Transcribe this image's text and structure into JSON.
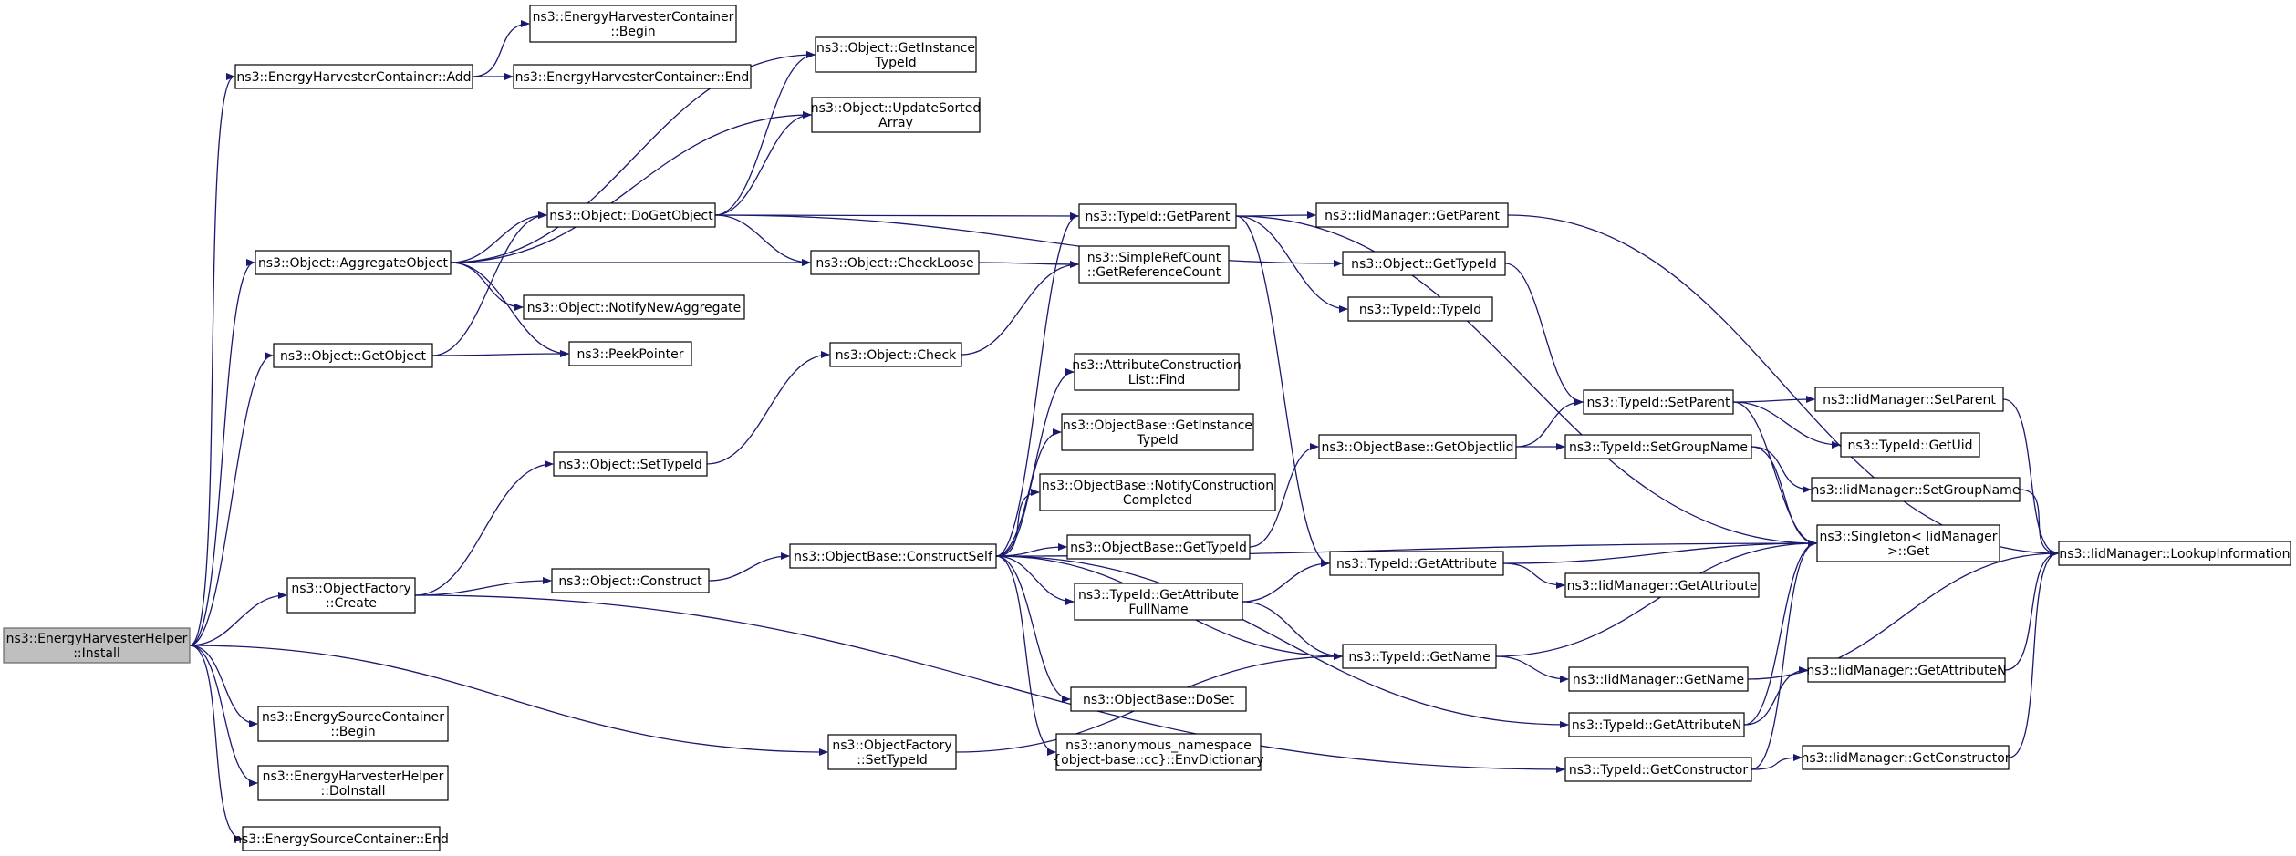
{
  "diagram": {
    "type": "call-graph",
    "colors": {
      "edge": "#191970",
      "root_fill": "#bfbfbf",
      "node_fill": "#ffffff",
      "node_border": "#000000"
    },
    "nodes": [
      {
        "id": "install",
        "label": [
          "ns3::EnergyHarvesterHelper",
          "::Install"
        ],
        "root": true
      },
      {
        "id": "ehc_add",
        "label": [
          "ns3::EnergyHarvesterContainer::Add"
        ]
      },
      {
        "id": "ehc_begin",
        "label": [
          "ns3::EnergyHarvesterContainer",
          "::Begin"
        ]
      },
      {
        "id": "ehc_end",
        "label": [
          "ns3::EnergyHarvesterContainer::End"
        ]
      },
      {
        "id": "obj_aggregate",
        "label": [
          "ns3::Object::AggregateObject"
        ]
      },
      {
        "id": "obj_getobject",
        "label": [
          "ns3::Object::GetObject"
        ]
      },
      {
        "id": "of_create",
        "label": [
          "ns3::ObjectFactory",
          "::Create"
        ]
      },
      {
        "id": "esc_begin",
        "label": [
          "ns3::EnergySourceContainer",
          "::Begin"
        ]
      },
      {
        "id": "ehh_doinstall",
        "label": [
          "ns3::EnergyHarvesterHelper",
          "::DoInstall"
        ]
      },
      {
        "id": "esc_end",
        "label": [
          "ns3::EnergySourceContainer::End"
        ]
      },
      {
        "id": "of_settypeid",
        "label": [
          "ns3::ObjectFactory",
          "::SetTypeId"
        ]
      },
      {
        "id": "obj_getinst",
        "label": [
          "ns3::Object::GetInstance",
          "TypeId"
        ]
      },
      {
        "id": "obj_updsorted",
        "label": [
          "ns3::Object::UpdateSorted",
          "Array"
        ]
      },
      {
        "id": "obj_dogetobject",
        "label": [
          "ns3::Object::DoGetObject"
        ]
      },
      {
        "id": "obj_checkloose",
        "label": [
          "ns3::Object::CheckLoose"
        ]
      },
      {
        "id": "obj_notifynew",
        "label": [
          "ns3::Object::NotifyNewAggregate"
        ]
      },
      {
        "id": "peekpointer",
        "label": [
          "ns3::PeekPointer"
        ]
      },
      {
        "id": "obj_check",
        "label": [
          "ns3::Object::Check"
        ]
      },
      {
        "id": "obj_settypeid",
        "label": [
          "ns3::Object::SetTypeId"
        ]
      },
      {
        "id": "obj_construct",
        "label": [
          "ns3::Object::Construct"
        ]
      },
      {
        "id": "ob_constructself",
        "label": [
          "ns3::ObjectBase::ConstructSelf"
        ]
      },
      {
        "id": "tid_getparent",
        "label": [
          "ns3::TypeId::GetParent"
        ]
      },
      {
        "id": "srefcount",
        "label": [
          "ns3::SimpleRefCount",
          "::GetReferenceCount"
        ]
      },
      {
        "id": "acl_find",
        "label": [
          "ns3::AttributeConstruction",
          "List::Find"
        ]
      },
      {
        "id": "ob_getinst",
        "label": [
          "ns3::ObjectBase::GetInstance",
          "TypeId"
        ]
      },
      {
        "id": "ob_notifycons",
        "label": [
          "ns3::ObjectBase::NotifyConstruction",
          "Completed"
        ]
      },
      {
        "id": "ob_gettypeid",
        "label": [
          "ns3::ObjectBase::GetTypeId"
        ]
      },
      {
        "id": "tid_getattrfull",
        "label": [
          "ns3::TypeId::GetAttribute",
          "FullName"
        ]
      },
      {
        "id": "ob_doset",
        "label": [
          "ns3::ObjectBase::DoSet"
        ]
      },
      {
        "id": "anon_envdict",
        "label": [
          "ns3::anonymous_namespace",
          "{object-base::cc}::EnvDictionary"
        ]
      },
      {
        "id": "iid_getparent",
        "label": [
          "ns3::IidManager::GetParent"
        ]
      },
      {
        "id": "obj_gettypeid",
        "label": [
          "ns3::Object::GetTypeId"
        ]
      },
      {
        "id": "tid_typeid",
        "label": [
          "ns3::TypeId::TypeId"
        ]
      },
      {
        "id": "ob_getobjectiid",
        "label": [
          "ns3::ObjectBase::GetObjectIid"
        ]
      },
      {
        "id": "tid_getattribute",
        "label": [
          "ns3::TypeId::GetAttribute"
        ]
      },
      {
        "id": "tid_getname",
        "label": [
          "ns3::TypeId::GetName"
        ]
      },
      {
        "id": "tid_getattrn",
        "label": [
          "ns3::TypeId::GetAttributeN"
        ]
      },
      {
        "id": "tid_getctor",
        "label": [
          "ns3::TypeId::GetConstructor"
        ]
      },
      {
        "id": "tid_setparent",
        "label": [
          "ns3::TypeId::SetParent"
        ]
      },
      {
        "id": "tid_setgroup",
        "label": [
          "ns3::TypeId::SetGroupName"
        ]
      },
      {
        "id": "iid_getattribute",
        "label": [
          "ns3::IidManager::GetAttribute"
        ]
      },
      {
        "id": "iid_getname",
        "label": [
          "ns3::IidManager::GetName"
        ]
      },
      {
        "id": "iid_setparent",
        "label": [
          "ns3::IidManager::SetParent"
        ]
      },
      {
        "id": "tid_getuid",
        "label": [
          "ns3::TypeId::GetUid"
        ]
      },
      {
        "id": "iid_setgroup",
        "label": [
          "ns3::IidManager::SetGroupName"
        ]
      },
      {
        "id": "singleton_get",
        "label": [
          "ns3::Singleton< IidManager",
          " >::Get"
        ]
      },
      {
        "id": "iid_getattrn",
        "label": [
          "ns3::IidManager::GetAttributeN"
        ]
      },
      {
        "id": "iid_getctor",
        "label": [
          "ns3::IidManager::GetConstructor"
        ]
      },
      {
        "id": "iid_lookup",
        "label": [
          "ns3::IidManager::LookupInformation"
        ]
      }
    ]
  }
}
